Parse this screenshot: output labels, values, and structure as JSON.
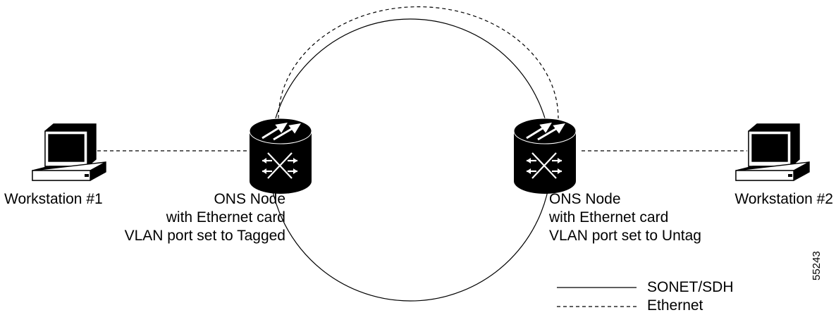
{
  "workstation_1": {
    "label": "Workstation #1"
  },
  "workstation_2": {
    "label": "Workstation #2"
  },
  "node_left": {
    "lines": [
      "ONS Node",
      "with Ethernet card",
      "VLAN port set to Tagged"
    ]
  },
  "node_right": {
    "lines": [
      "ONS Node",
      "with Ethernet card",
      "VLAN port set to Untag"
    ]
  },
  "legend": {
    "solid_label": "SONET/SDH",
    "dashed_label": "Ethernet"
  },
  "figure_id": "55243",
  "colors": {
    "stroke": "#000000",
    "background": "#ffffff",
    "node_fill": "#000000"
  }
}
